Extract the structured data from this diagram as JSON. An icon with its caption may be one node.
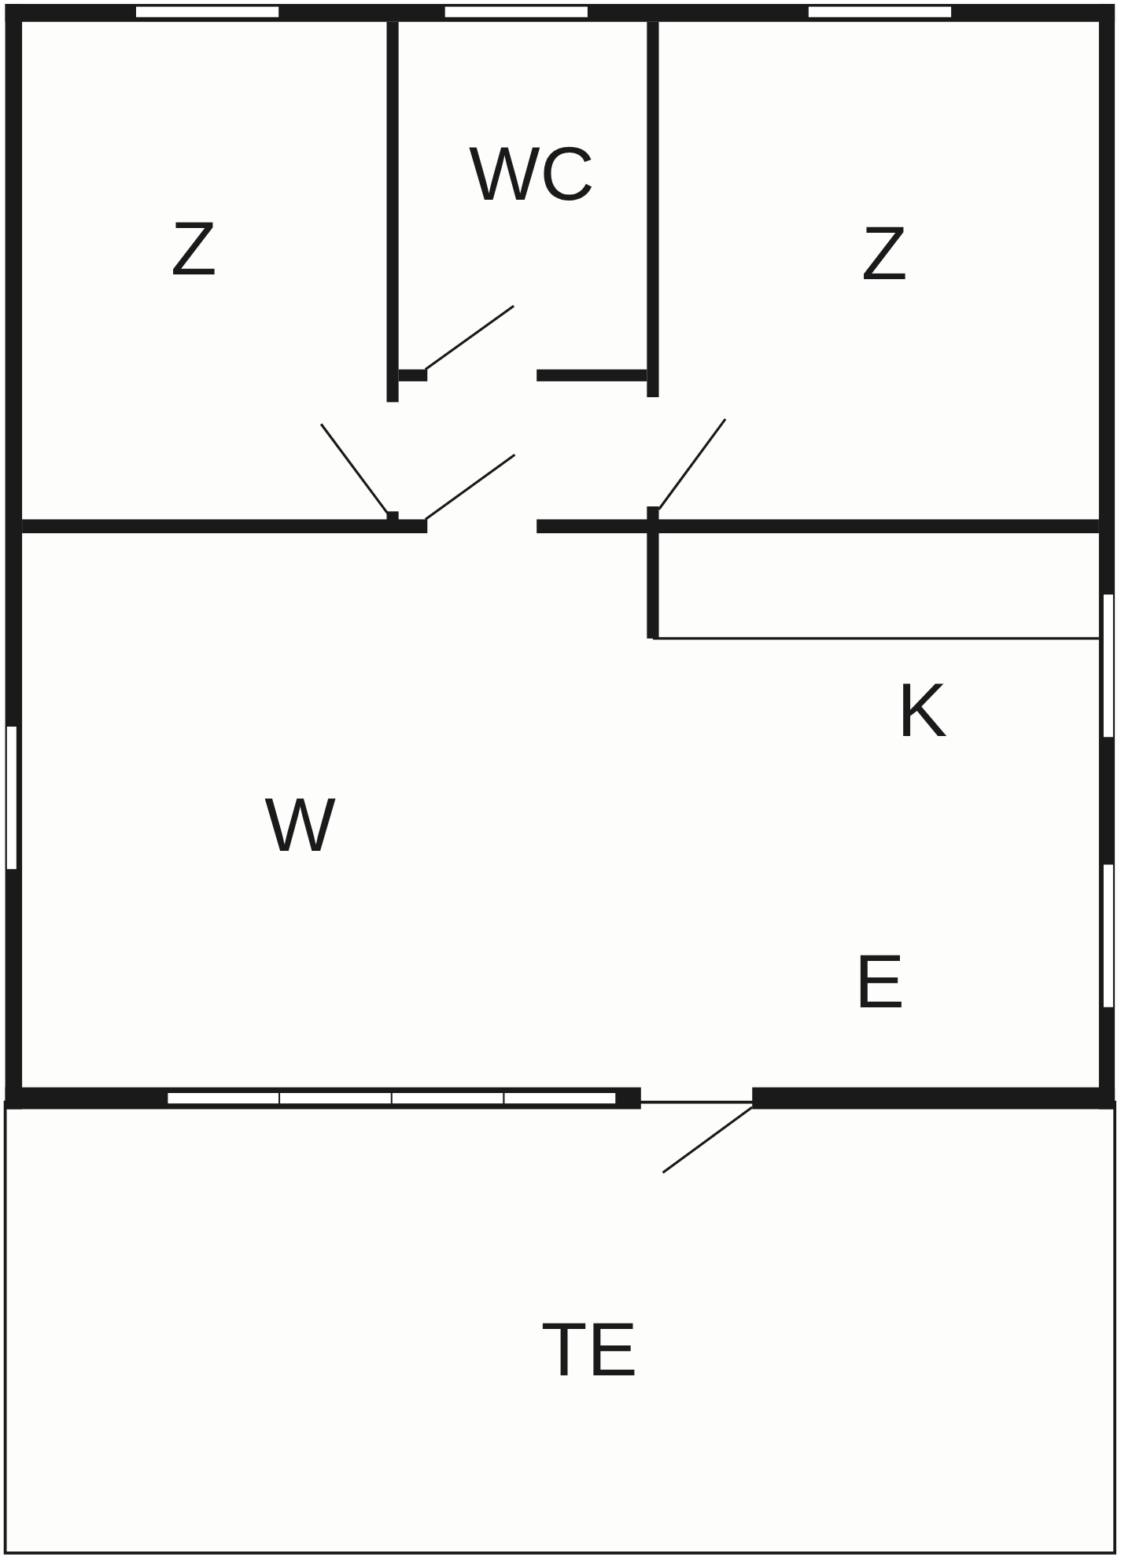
{
  "diagram": {
    "nodes": [
      {
        "text": [
          "Z"
        ]
      },
      {
        "text": [
          "WC"
        ]
      },
      {
        "text": [
          "Z"
        ]
      },
      {
        "text": [
          "K"
        ]
      },
      {
        "text": [
          "W"
        ]
      },
      {
        "text": [
          "E"
        ]
      },
      {
        "text": [
          "TE"
        ]
      }
    ]
  }
}
